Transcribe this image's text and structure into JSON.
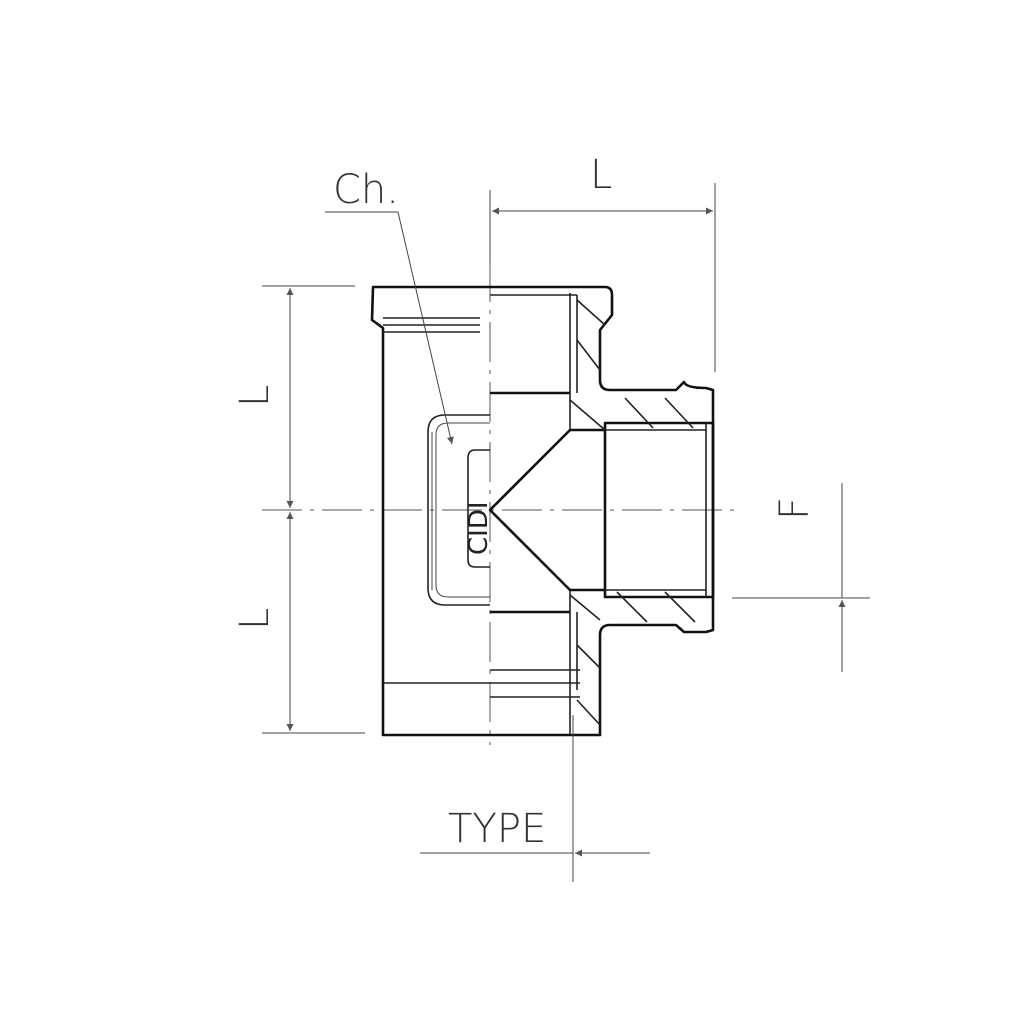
{
  "labels": {
    "chamfer": "Ch.",
    "length_top": "L",
    "length_upper": "L",
    "length_lower": "L",
    "thread": "F",
    "type": "TYPE"
  },
  "logo_text": "CIDIT",
  "colors": {
    "line": "#111111",
    "arrow": "#555555",
    "background": "#ffffff"
  }
}
